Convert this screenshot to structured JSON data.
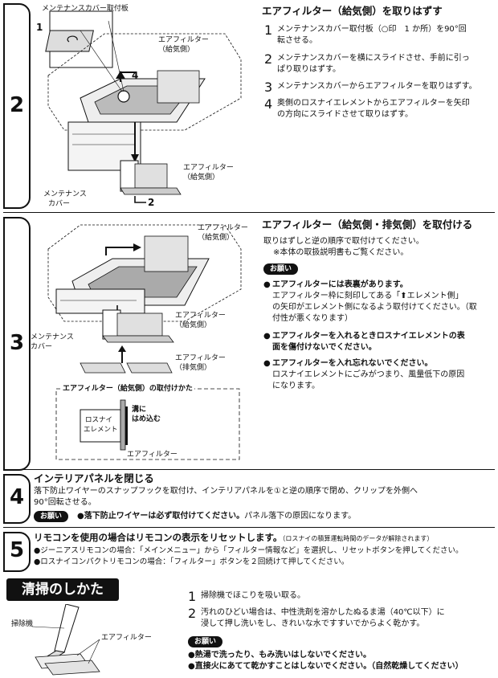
{
  "sec2": {
    "num": "2",
    "heading": "エアフィルター（給気側）を取りはずす",
    "steps": [
      {
        "n": "1",
        "l1": "メンテナンスカバー取付板（○印　1 か所）を90°回",
        "l2": "転させる。"
      },
      {
        "n": "2",
        "l1": "メンテナンスカバーを横にスライドさせ、手前に引っ",
        "l2": "ぱり取りはずす。"
      },
      {
        "n": "3",
        "l1": "メンテナンスカバーからエアフィルターを取りはずす。",
        "l2": ""
      },
      {
        "n": "4",
        "l1": "奥側のロスナイエレメントからエアフィルターを矢印",
        "l2": "の方向にスライドさせて取りはずす。"
      }
    ],
    "labels": {
      "plate": "メンテナンスカバー取付板",
      "filter_a": "エアフィルター",
      "filter_a2": "（給気側）",
      "filter_b": "エアフィルター",
      "filter_b2": "（給気側）",
      "cover": "メンテナンス",
      "cover2": "カバー",
      "n1": "1",
      "n2": "2",
      "n4": "4"
    }
  },
  "sec3": {
    "num": "3",
    "heading": "エアフィルター（給気側・排気側）を取付ける",
    "intro1": "取りはずしと逆の順序で取付けてください。",
    "intro2": "※本体の取扱説明書もご覧ください。",
    "badge": "お願い",
    "b1_bold": "エアフィルターには表裏があります。",
    "b1_l1": "エアフィルター枠に刻印してある「⬆エレメント側」",
    "b1_l2": "の矢印がエレメント側になるよう取付けてください。（取",
    "b1_l3": "付性が悪くなります）",
    "b2_l1": "エアフィルターを入れるときロスナイエレメントの表",
    "b2_l2": "面を傷付けないでください。",
    "b3_bold": "エアフィルターを入れ忘れないでください。",
    "b3_l1": "ロスナイエレメントにごみがつまり、風量低下の原因",
    "b3_l2": "になります。",
    "labels": {
      "filter_top": "エアフィルター",
      "filter_top2": "（給気側）",
      "filter_mid": "エアフィルター",
      "filter_mid2": "（給気側）",
      "cover": "メンテナンス",
      "cover2": "カバー",
      "filter_ex": "エアフィルター",
      "filter_ex2": "（排気側）"
    },
    "detail": {
      "title": "エアフィルター（給気側）の取付けかた",
      "element1": "ロスナイ",
      "element2": "エレメント",
      "groove1": "溝に",
      "groove2": "はめ込む",
      "filter": "エアフィルター"
    }
  },
  "sec4": {
    "num": "4",
    "heading": "インテリアパネルを閉じる",
    "l1": "落下防止ワイヤーのスナップフックを取付け、インテリアパネルを①と逆の順序で閉め、クリップを外側へ",
    "l2": "90°回転させる。",
    "badge": "お願い",
    "note_bold": "●落下防止ワイヤーは必ず取付けてください。",
    "note_rest": "パネル落下の原因になります。"
  },
  "sec5": {
    "num": "5",
    "heading": "リモコンを使用の場合はリモコンの表示をリセットします。",
    "heading_note": "（ロスナイの積算運転時間のデータが解除されます）",
    "l1": "●ジーニアスリモコンの場合：「メインメニュー」から「フィルター情報など」を選択し、リセットボタンを押してください。",
    "l2": "●ロスナイコンパクトリモコンの場合：「フィルター」ボタンを２回続けて押してください。"
  },
  "cleaning": {
    "title": "清掃のしかた",
    "s1_n": "1",
    "s1": "掃除機でほこりを吸い取る。",
    "s2_n": "2",
    "s2_l1": "汚れのひどい場合は、中性洗剤を溶かしたぬるま湯（40℃以下）に",
    "s2_l2": "浸して押し洗いをし、きれいな水ですすいでからよく乾かす。",
    "badge": "お願い",
    "n1": "●熱湯で洗ったり、もみ洗いはしないでください。",
    "n2": "●直接火にあてて乾かすことはしないでください。（自然乾燥してください）",
    "label_vac": "掃除機",
    "label_filter": "エアフィルター"
  }
}
